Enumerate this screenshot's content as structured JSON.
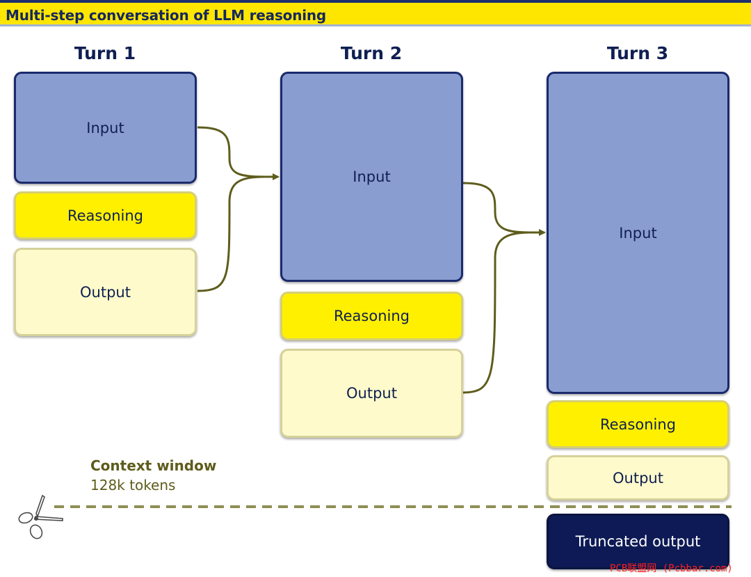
{
  "header": {
    "title": "Multi-step conversation of LLM reasoning"
  },
  "turns": [
    {
      "label": "Turn 1",
      "input": "Input",
      "reasoning": "Reasoning",
      "output": "Output"
    },
    {
      "label": "Turn 2",
      "input": "Input",
      "reasoning": "Reasoning",
      "output": "Output"
    },
    {
      "label": "Turn 3",
      "input": "Input",
      "reasoning": "Reasoning",
      "output": "Output",
      "truncated": "Truncated output"
    }
  ],
  "context_window": {
    "title": "Context window",
    "size": "128k tokens"
  },
  "watermark": "PCB联盟网 (Pcbbar.com)",
  "colors": {
    "input_fill": "#8a9dd1",
    "reasoning_fill": "#fff000",
    "output_fill": "#fffacb",
    "truncated_fill": "#0d1a55",
    "connector": "#5e5c1c",
    "title_bar": "#ffe600"
  }
}
